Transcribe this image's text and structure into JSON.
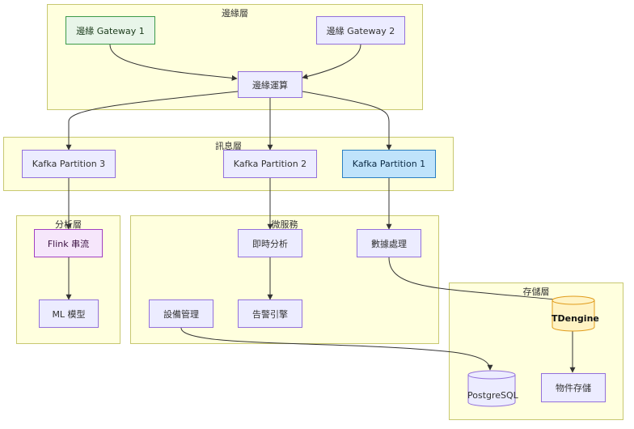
{
  "clusters": {
    "edge": "邊緣層",
    "messaging": "訊息層",
    "analytics": "分析層",
    "microservices": "微服務",
    "storage": "存儲層"
  },
  "nodes": {
    "gateway1": "邊緣 Gateway 1",
    "gateway2": "邊緣 Gateway 2",
    "edge_compute": "邊緣運算",
    "kafka3": "Kafka Partition 3",
    "kafka2": "Kafka Partition 2",
    "kafka1": "Kafka Partition 1",
    "flink": "Flink 串流",
    "ml_model": "ML 模型",
    "realtime_analysis": "即時分析",
    "data_processing": "數據處理",
    "device_mgmt": "設備管理",
    "alert_engine": "告警引擎",
    "tdengine": "TDengine",
    "postgresql": "PostgreSQL",
    "object_storage": "物件存儲"
  },
  "colors": {
    "cluster_fill": "#ffffde",
    "node_fill": "#ececff",
    "node_border": "#9370db",
    "gateway1_fill": "#e8f5e9",
    "kafka1_fill": "#bfe3fb",
    "flink_fill": "#f6e6fb",
    "tdengine_fill": "#fff3c4",
    "edge_line": "#333333"
  }
}
